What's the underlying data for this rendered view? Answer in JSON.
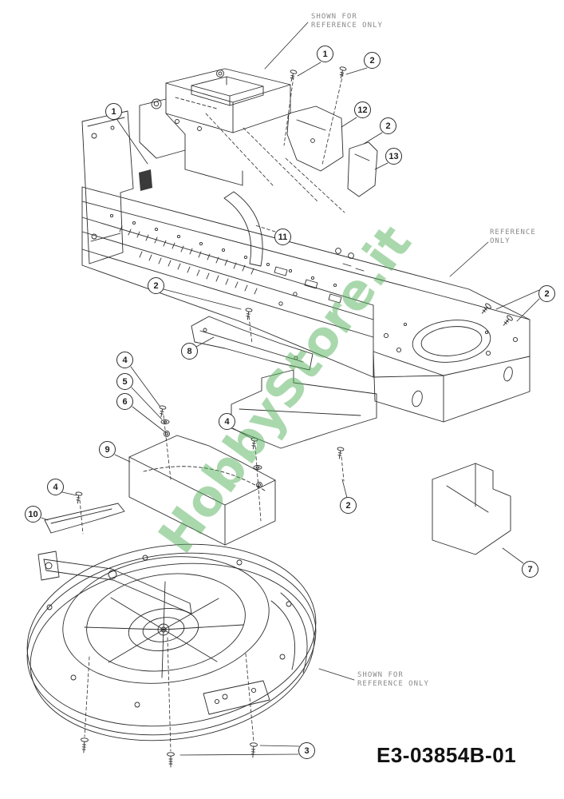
{
  "diagram": {
    "part_code": "E3-03854B-01",
    "watermark": {
      "text": "HobbyStore.it",
      "color": "#55b15c"
    },
    "annotations": {
      "top": {
        "line1": "SHOWN FOR",
        "line2": "REFERENCE ONLY"
      },
      "right": {
        "line1": "REFERENCE",
        "line2": "ONLY"
      },
      "bottom": {
        "line1": "SHOWN FOR",
        "line2": "REFERENCE ONLY"
      }
    },
    "callouts": [
      {
        "label": "1"
      },
      {
        "label": "2"
      },
      {
        "label": "12"
      },
      {
        "label": "2"
      },
      {
        "label": "13"
      },
      {
        "label": "1"
      },
      {
        "label": "11"
      },
      {
        "label": "2"
      },
      {
        "label": "2"
      },
      {
        "label": "8"
      },
      {
        "label": "4"
      },
      {
        "label": "5"
      },
      {
        "label": "6"
      },
      {
        "label": "4"
      },
      {
        "label": "9"
      },
      {
        "label": "4"
      },
      {
        "label": "10"
      },
      {
        "label": "2"
      },
      {
        "label": "7"
      },
      {
        "label": "3"
      }
    ]
  }
}
